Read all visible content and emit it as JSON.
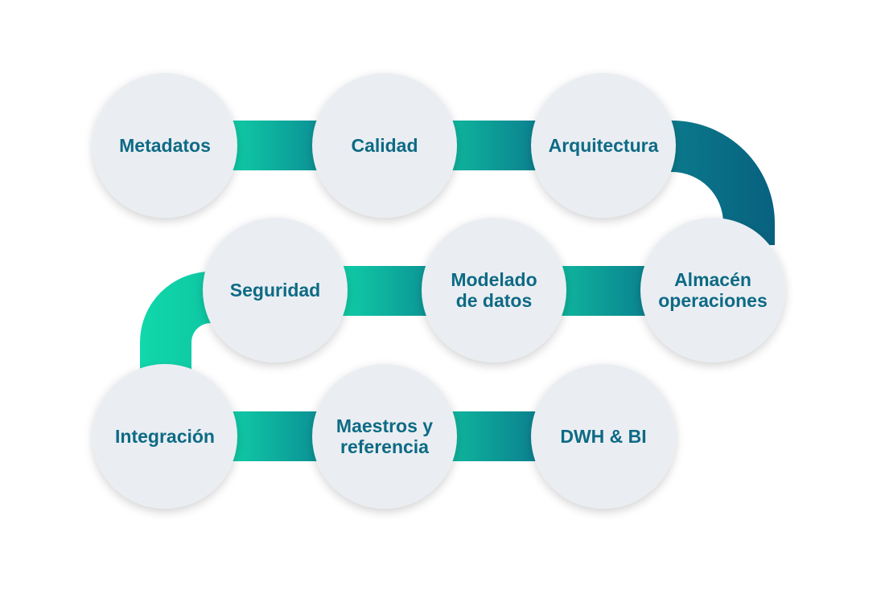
{
  "diagram": {
    "nodes": [
      {
        "id": "metadatos",
        "lines": [
          "Metadatos"
        ]
      },
      {
        "id": "calidad",
        "lines": [
          "Calidad"
        ]
      },
      {
        "id": "arquitectura",
        "lines": [
          "Arquitectura"
        ]
      },
      {
        "id": "seguridad",
        "lines": [
          "Seguridad"
        ]
      },
      {
        "id": "modelado",
        "lines": [
          "Modelado",
          "de datos"
        ]
      },
      {
        "id": "almacen",
        "lines": [
          "Almacén",
          "operaciones"
        ]
      },
      {
        "id": "integracion",
        "lines": [
          "Integración"
        ]
      },
      {
        "id": "maestros",
        "lines": [
          "Maestros y",
          "referencia"
        ]
      },
      {
        "id": "dwh",
        "lines": [
          "DWH & BI"
        ]
      }
    ],
    "colors": {
      "circle_fill": "#eaeef2",
      "label_text": "#0e6a85",
      "gradient_light": "#0fd1a9",
      "gradient_dark": "#0a6b86"
    }
  }
}
